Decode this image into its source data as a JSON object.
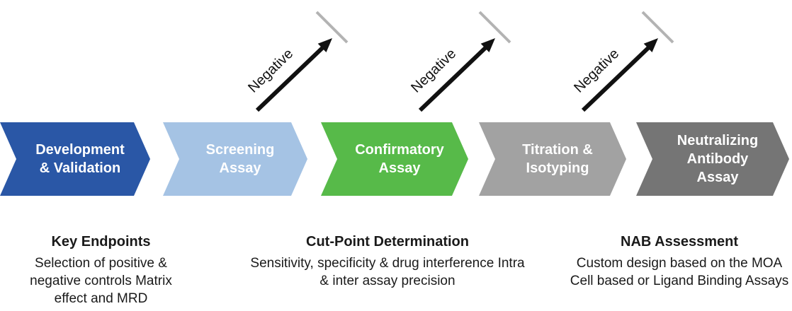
{
  "stages": [
    {
      "label": "Development\n& Validation",
      "color": "#2a57a6"
    },
    {
      "label": "Screening\nAssay",
      "color": "#a5c3e4"
    },
    {
      "label": "Confirmatory\nAssay",
      "color": "#57ba49"
    },
    {
      "label": "Titration &\nIsotyping",
      "color": "#a2a2a2"
    },
    {
      "label": "Neutralizing\nAntibody\nAssay",
      "color": "#757575"
    }
  ],
  "negative_arrows": [
    {
      "label": "Negative"
    },
    {
      "label": "Negative"
    },
    {
      "label": "Negative"
    }
  ],
  "notes": [
    {
      "title": "Key Endpoints",
      "body": "Selection of positive &\nnegative controls Matrix\neffect and MRD"
    },
    {
      "title": "Cut-Point Determination",
      "body": "Sensitivity, specificity & drug interference Intra\n& inter assay precision"
    },
    {
      "title": "NAB Assessment",
      "body": "Custom design based on the MOA\nCell based or Ligand Binding Assays"
    }
  ],
  "colors": {
    "arrow_black": "#111111",
    "barrier_gray": "#b3b3b3",
    "stage_text": "#ffffff",
    "note_text": "#1a1a1a"
  }
}
